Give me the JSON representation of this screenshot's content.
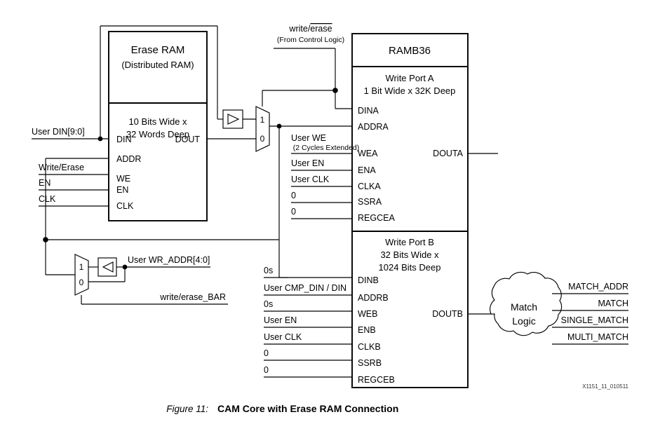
{
  "figure": {
    "label": "Figure 11:",
    "title": "CAM Core with Erase RAM Connection",
    "doc_id": "X1151_11_010511"
  },
  "blocks": {
    "erase_ram": {
      "title": "Erase RAM",
      "subtitle": "(Distributed RAM)",
      "size_line1": "10 Bits Wide x",
      "size_line2": "32 Words Deep",
      "inputs": [
        "DIN",
        "ADDR",
        "WE",
        "EN",
        "CLK"
      ],
      "outputs": [
        "DOUT"
      ]
    },
    "ramb36": {
      "title": "RAMB36",
      "port_a": {
        "name": "Write Port A",
        "size": "1 Bit Wide x 32K Deep",
        "inputs": [
          "DINA",
          "ADDRA",
          "WEA",
          "ENA",
          "CLKA",
          "SSRA",
          "REGCEA"
        ],
        "outputs": [
          "DOUTA"
        ]
      },
      "port_b": {
        "name": "Write Port B",
        "size_line1": "32 Bits Wide x",
        "size_line2": "1024 Bits Deep",
        "inputs": [
          "DINB",
          "ADDRB",
          "WEB",
          "ENB",
          "CLKB",
          "SSRB",
          "REGCEB"
        ],
        "outputs": [
          "DOUTB"
        ]
      }
    },
    "match_logic": {
      "line1": "Match",
      "line2": "Logic"
    }
  },
  "signals": {
    "user_din": "User DIN[9:0]",
    "write_erase_left": "Write/Erase",
    "en_left": "EN",
    "clk_left": "CLK",
    "write_erase_ctrl": "write/erase",
    "write_erase_ctrl_overline": "erase",
    "write_erase_ctrl_prefix": "write/",
    "write_erase_ctrl_note": "(From Control Logic)",
    "user_wr_addr": "User WR_ADDR[4:0]",
    "write_erase_bar": "write/erase_BAR",
    "port_a_signals": [
      {
        "label": "User WE",
        "note": "(2 Cycles Extended)"
      },
      {
        "label": "User EN",
        "note": ""
      },
      {
        "label": "User CLK",
        "note": ""
      },
      {
        "label": "0",
        "note": ""
      },
      {
        "label": "0",
        "note": ""
      }
    ],
    "port_b_signals": [
      {
        "label": "0s"
      },
      {
        "label": "User CMP_DIN / DIN"
      },
      {
        "label": "0s"
      },
      {
        "label": "User EN"
      },
      {
        "label": "User CLK"
      },
      {
        "label": "0"
      },
      {
        "label": "0"
      }
    ],
    "match_outputs": [
      "MATCH_ADDR",
      "MATCH",
      "SINGLE_MATCH",
      "MULTI_MATCH"
    ]
  },
  "mux": {
    "top": {
      "in1": "1",
      "in0": "0"
    },
    "bottom": {
      "in1": "1",
      "in0": "0"
    }
  },
  "colors": {
    "line": "#000000",
    "background": "#ffffff",
    "text": "#000000"
  }
}
